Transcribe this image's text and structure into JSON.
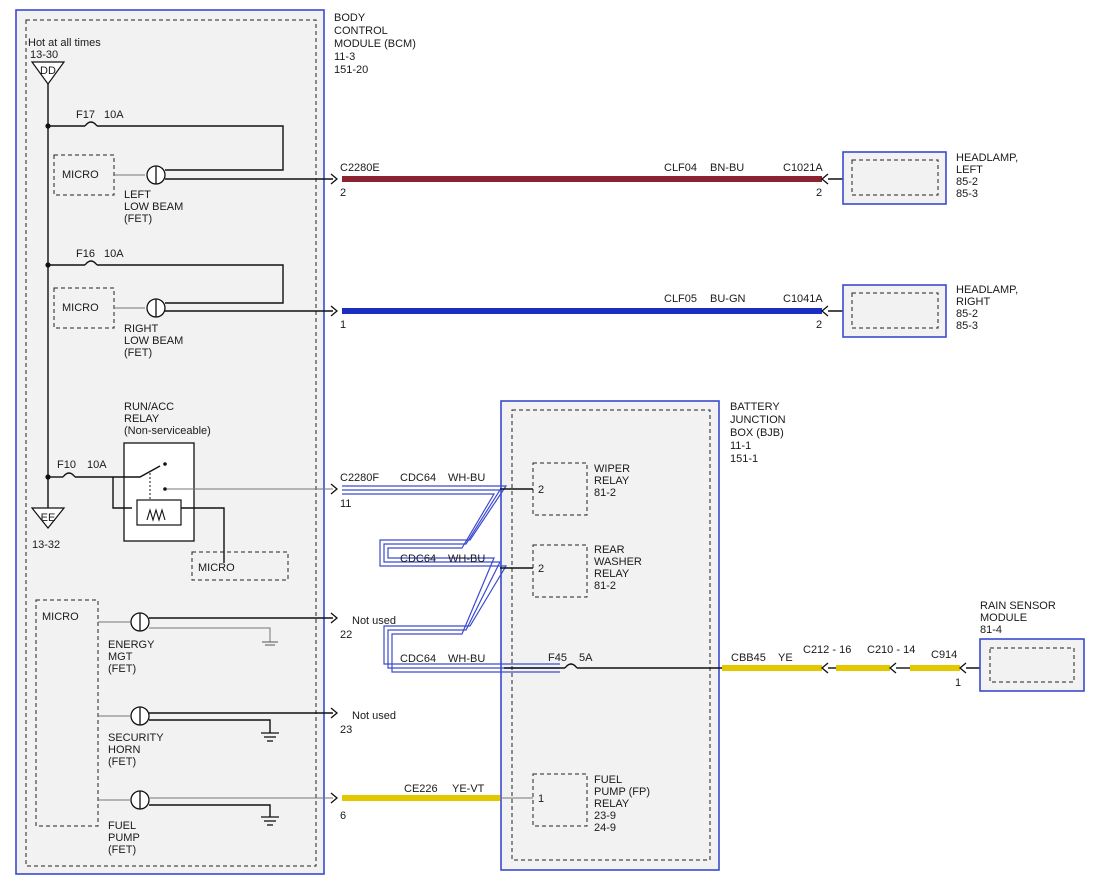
{
  "colors": {
    "module_border": "#3c4bcf",
    "brown_wire": "#8b2232",
    "blue_wire": "#1a2fc0",
    "yellow_wire": "#e3c800",
    "twisted_pair": "#3c4bcf"
  },
  "bcm": {
    "title": [
      "BODY",
      "CONTROL",
      "MODULE (BCM)",
      "11-3",
      "151-20"
    ],
    "hot_label": "Hot at all times",
    "top_ref": "13-30",
    "top_node": "DD",
    "bottom_node": "EE",
    "bottom_ref": "13-32",
    "fuses": [
      {
        "name": "F17",
        "rating": "10A"
      },
      {
        "name": "F16",
        "rating": "10A"
      },
      {
        "name": "F10",
        "rating": "10A"
      }
    ],
    "outputs": {
      "left_low_beam": [
        "LEFT",
        "LOW BEAM",
        "(FET)"
      ],
      "right_low_beam": [
        "RIGHT",
        "LOW BEAM",
        "(FET)"
      ],
      "energy_mgt": [
        "ENERGY",
        "MGT",
        "(FET)"
      ],
      "security_horn": [
        "SECURITY",
        "HORN",
        "(FET)"
      ],
      "fuel_pump": [
        "FUEL",
        "PUMP",
        "(FET)"
      ]
    },
    "micro_label": "MICRO",
    "relay": [
      "RUN/ACC",
      "RELAY",
      "(Non-serviceable)"
    ]
  },
  "connectors": {
    "c2280e": "C2280E",
    "c2280f": "C2280F",
    "c1021a": "C1021A",
    "c1041a": "C1041A",
    "cbb45": "CBB45",
    "c212": "C212 - 16",
    "c210": "C210 - 14",
    "c914": "C914"
  },
  "circuits": [
    {
      "id": "CLF04",
      "color": "BN-BU"
    },
    {
      "id": "CLF05",
      "color": "BU-GN"
    },
    {
      "id": "CDC64",
      "color": "WH-BU"
    },
    {
      "id": "CE226",
      "color": "YE-VT"
    },
    {
      "id": "CBB45",
      "color": "YE"
    }
  ],
  "pins": {
    "bcm_left_low": "2",
    "bcm_right_low": "1",
    "bcm_runacc": "11",
    "bcm_energy": "22",
    "bcm_horn": "23",
    "bcm_fuel": "6",
    "hl_left": "2",
    "hl_right": "2",
    "wiper": "2",
    "rear_washer": "2",
    "fuel_pump_relay": "1",
    "rain_sensor": "1"
  },
  "not_used": "Not used",
  "headlamp_left": [
    "HEADLAMP,",
    "LEFT",
    "85-2",
    "85-3"
  ],
  "headlamp_right": [
    "HEADLAMP,",
    "RIGHT",
    "85-2",
    "85-3"
  ],
  "bjb": {
    "title": [
      "BATTERY",
      "JUNCTION",
      "BOX (BJB)",
      "11-1",
      "151-1"
    ],
    "wiper_relay": [
      "WIPER",
      "RELAY",
      "81-2"
    ],
    "rear_washer_relay": [
      "REAR",
      "WASHER",
      "RELAY",
      "81-2"
    ],
    "fuse": {
      "name": "F45",
      "rating": "5A"
    },
    "fuel_pump_relay": [
      "FUEL",
      "PUMP (FP)",
      "RELAY",
      "23-9",
      "24-9"
    ]
  },
  "rain_sensor": [
    "RAIN SENSOR",
    "MODULE",
    "81-4"
  ]
}
